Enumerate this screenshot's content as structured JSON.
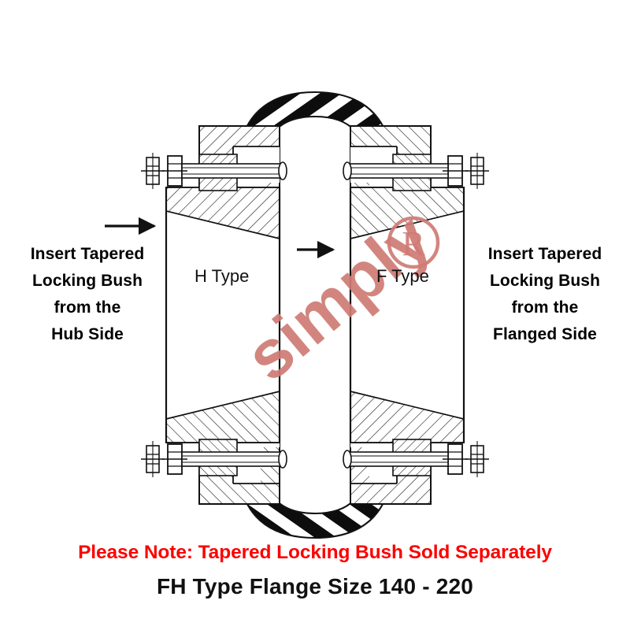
{
  "figure": {
    "kind": "technical-cross-section-drawing",
    "subject": "FH Type tyre coupling cross section with H Type and F Type hubs"
  },
  "notes": {
    "left": {
      "name": "insert-from-hub-side",
      "lines": [
        "Insert Tapered",
        "Locking Bush",
        "from the",
        "Hub Side"
      ]
    },
    "right": {
      "name": "insert-from-flanged-side",
      "lines": [
        "Insert Tapered",
        "Locking Bush",
        "from the",
        "Flanged Side"
      ]
    }
  },
  "hub_labels": {
    "left": "H Type",
    "right": "F Type"
  },
  "caption": {
    "note": "Please Note: Tapered Locking Bush Sold Separately",
    "note_color": "#fc0000",
    "title": "FH Type Flange Size 140 - 220",
    "title_color": "#111111"
  },
  "watermark": {
    "text": "simply",
    "registered_mark": "R",
    "color": "#cf7b74"
  },
  "arrows": {
    "left_arrow_label": "insertion-direction-left",
    "center_arrow_label": "insertion-direction-center"
  },
  "colors": {
    "ink": "#111111",
    "hatch": "#1a1a1a",
    "tyre_dark": "#0d0d0d",
    "paper": "#ffffff",
    "note_red": "#fc0000",
    "watermark": "#cf7b74"
  }
}
